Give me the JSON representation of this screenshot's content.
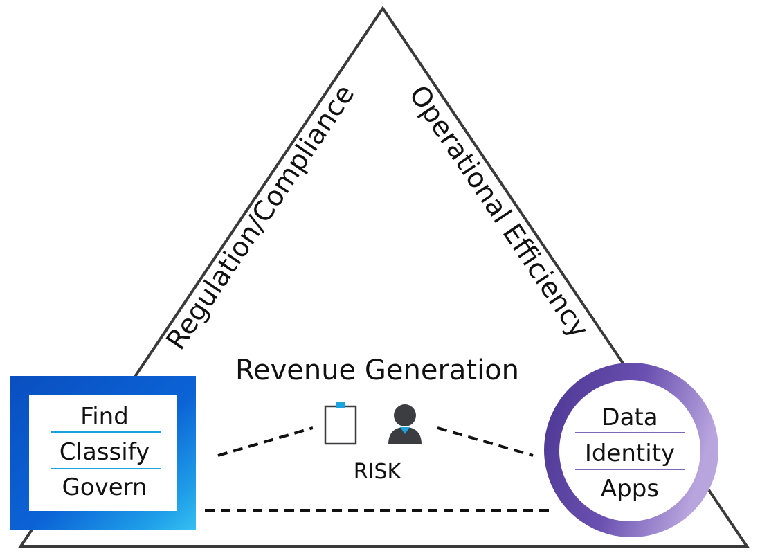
{
  "edges": {
    "left": "Regulation/Compliance",
    "right": "Operational Efficiency",
    "bottom": "Revenue Generation"
  },
  "center": {
    "label": "RISK",
    "icons": [
      "clipboard-icon",
      "person-icon"
    ]
  },
  "left_box": {
    "items": [
      "Find",
      "Classify",
      "Govern"
    ]
  },
  "right_circle": {
    "items": [
      "Data",
      "Identity",
      "Apps"
    ]
  },
  "colors": {
    "outline": "#3a3a3a",
    "box_blue": "#0a5ccc",
    "box_light_blue": "#2fb4ec",
    "divider_blue": "#1aa3df",
    "ring_purple": "#5a3f9e",
    "ring_light": "#a98fd3",
    "divider_purple": "#7a67b8",
    "icon_gray": "#3b3d40",
    "accent_cyan": "#1aa3df"
  }
}
